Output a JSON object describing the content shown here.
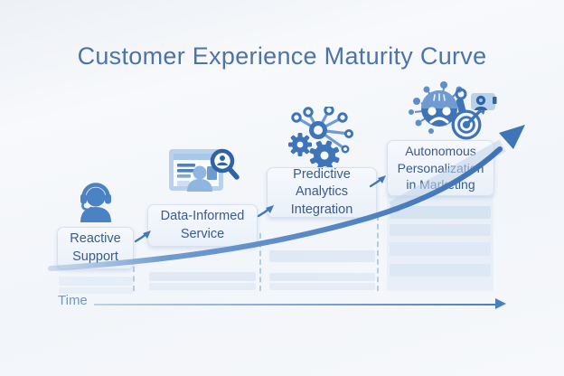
{
  "title": "Customer Experience Maturity Curve",
  "stages": [
    {
      "label": "Reactive Support",
      "icon": "support-agent-icon"
    },
    {
      "label": "Data-Informed Service",
      "icon": "monitor-analysis-icon"
    },
    {
      "label": "Predictive Analytics Integration",
      "icon": "gears-network-icon"
    },
    {
      "label": "Autonomous Personalization in Marketing",
      "icon": "ai-robot-target-icon"
    }
  ],
  "axis": {
    "label": "Time"
  },
  "colors": {
    "title_text": "#4c73aa",
    "box_text": "#3a5b8c",
    "box_fill": "#eef3fa",
    "box_border": "#d7e2f0",
    "accent_blue": "#3f74b8",
    "accent_light": "#7ba3d4",
    "dashed_line": "#a9c6e3",
    "axis_line": "#4a7fc1",
    "background": "#f3f6fa"
  }
}
